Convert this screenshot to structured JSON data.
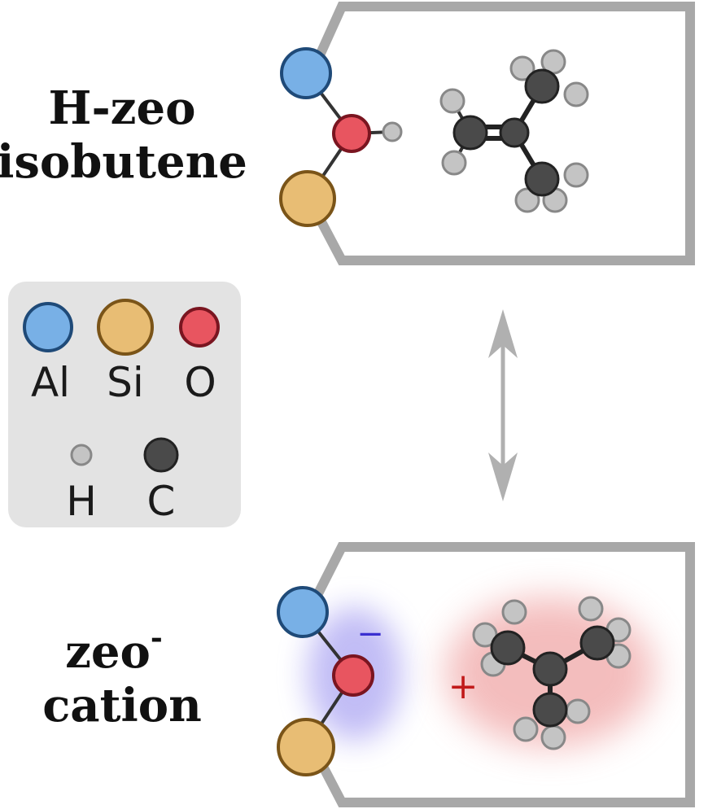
{
  "top_panel": {
    "label_line1": "H-zeo",
    "label_line2": "isobutene"
  },
  "bottom_panel": {
    "label_line1": "zeo",
    "label_superscript": "-",
    "label_line2": "cation",
    "anion_sign": "−",
    "cation_sign": "+"
  },
  "legend": {
    "items": [
      {
        "symbol": "Al",
        "color": "#78b0e6"
      },
      {
        "symbol": "Si",
        "color": "#e8bd74"
      },
      {
        "symbol": "O",
        "color": "#e85560"
      },
      {
        "symbol": "H",
        "color": "#c4c4c4"
      },
      {
        "symbol": "C",
        "color": "#4a4a4a"
      }
    ]
  },
  "arrow": "double-headed-arrow-icon"
}
